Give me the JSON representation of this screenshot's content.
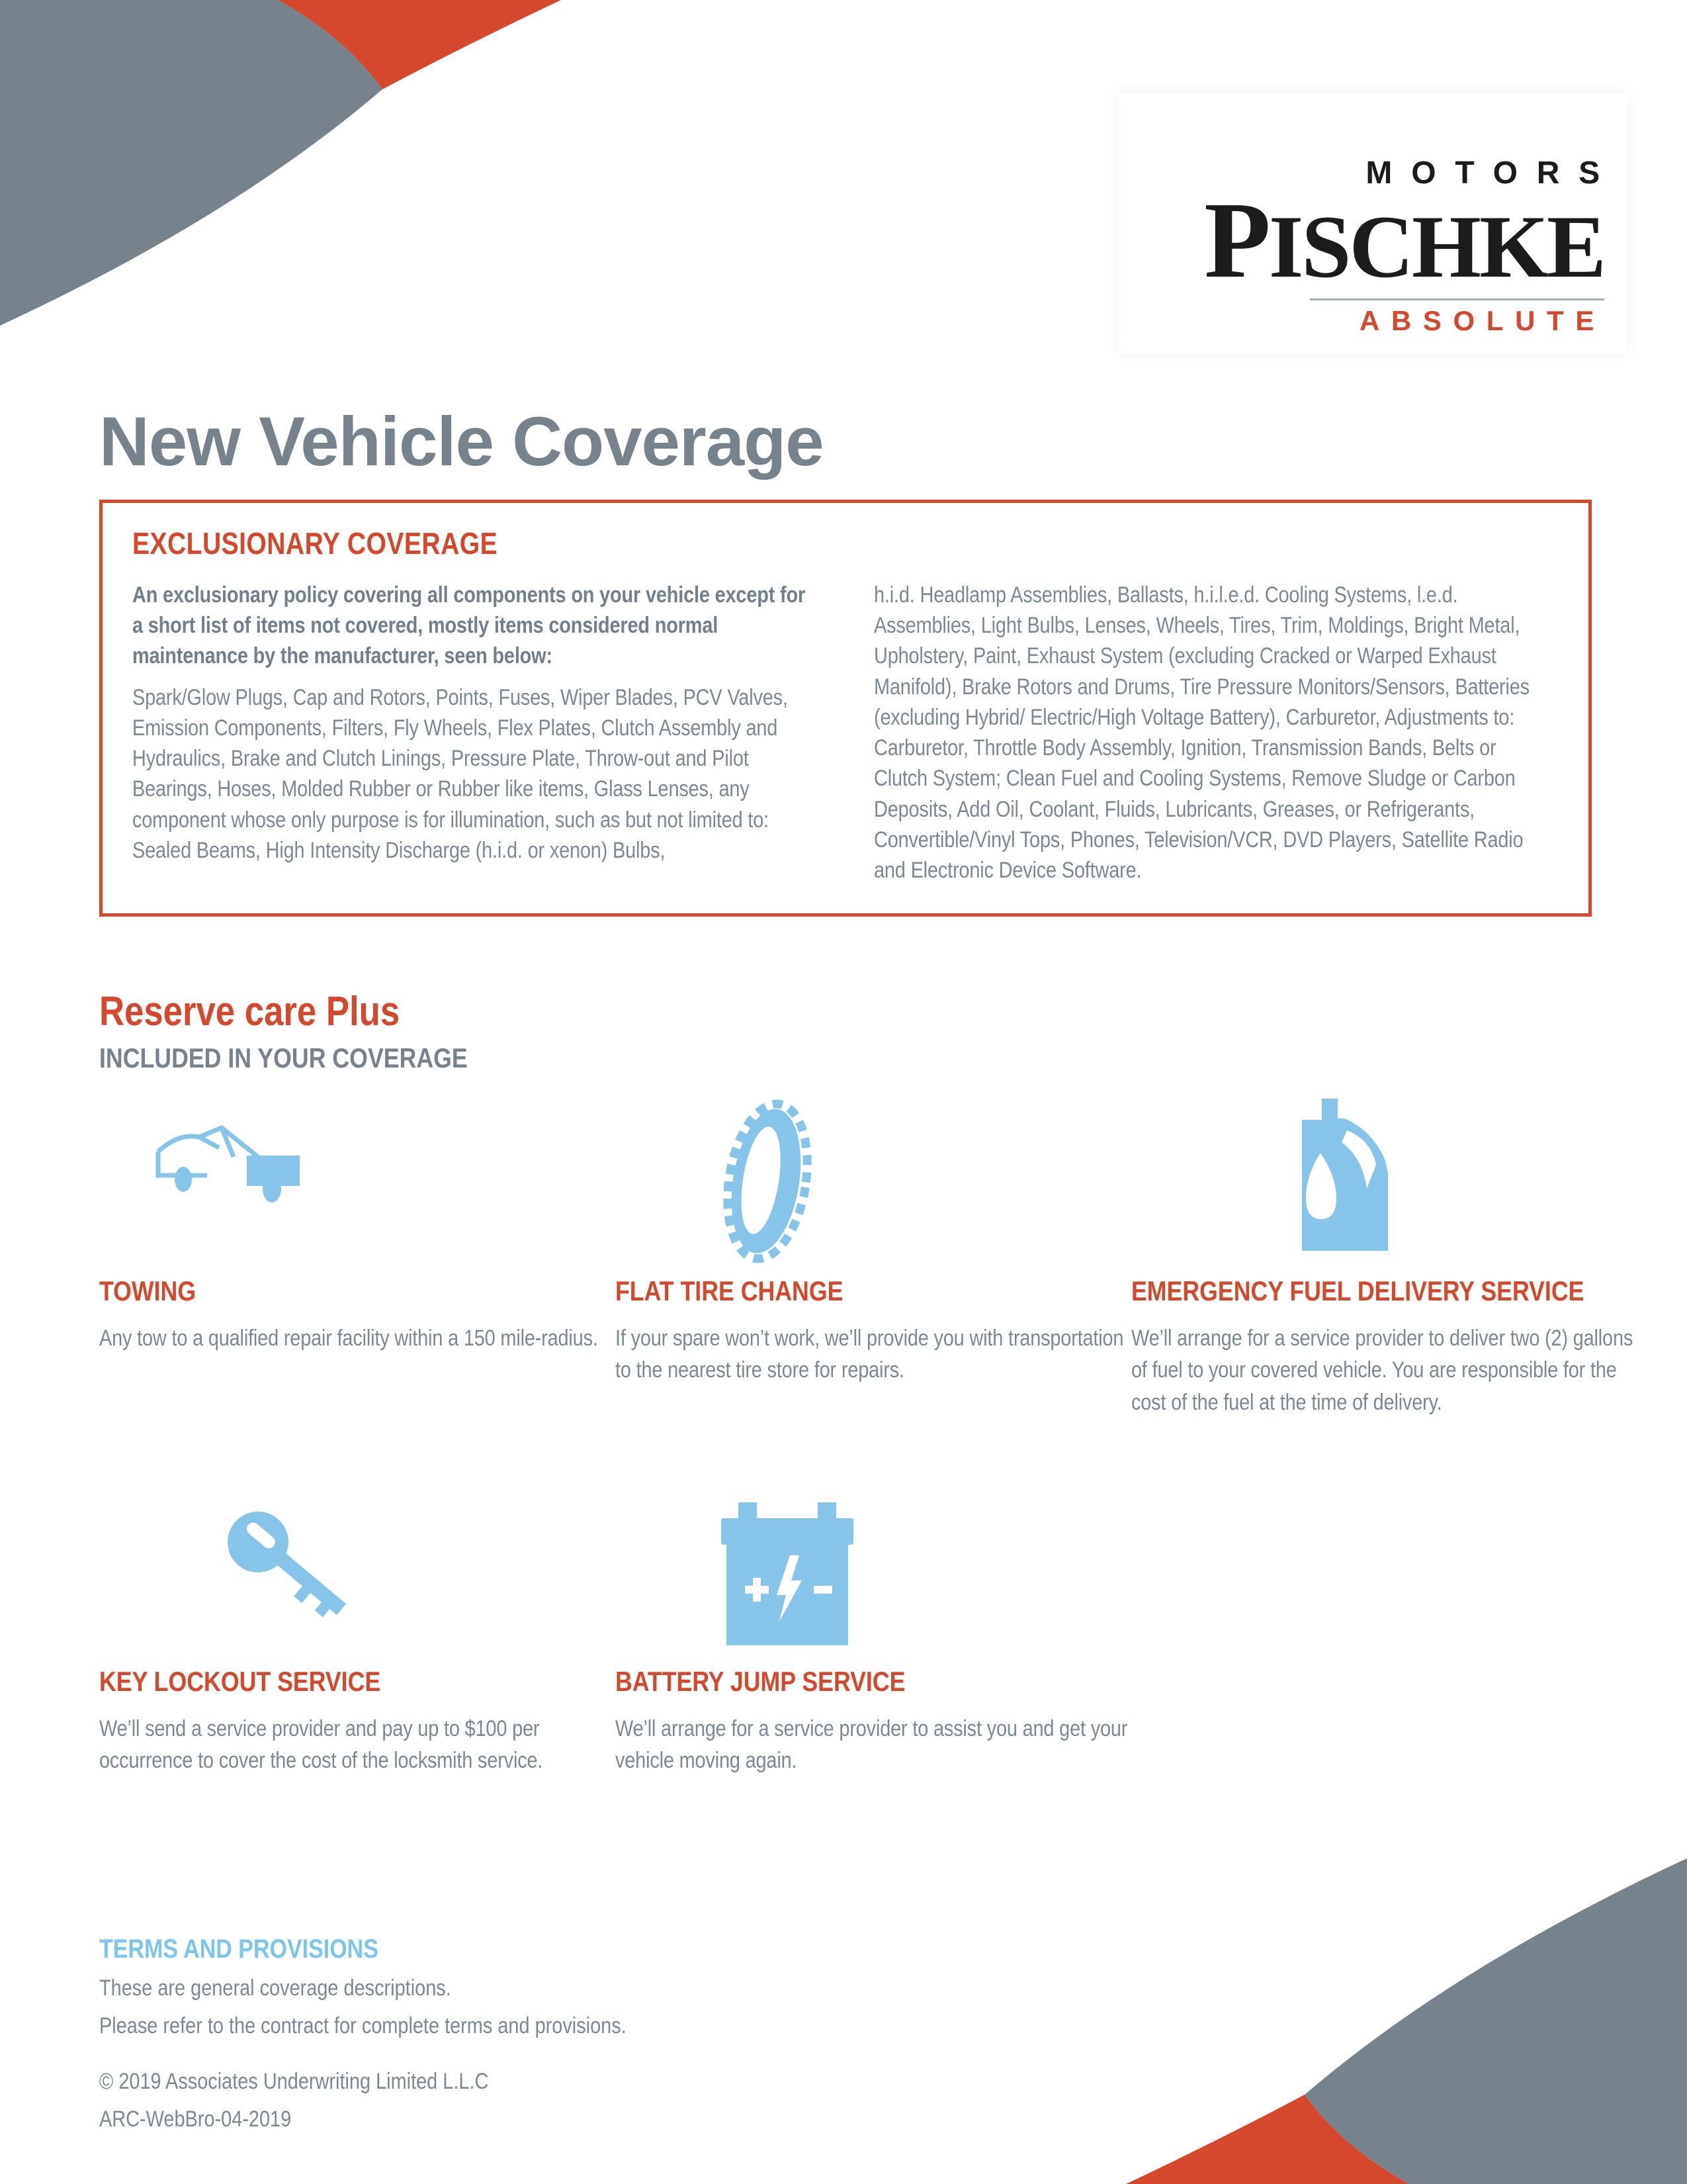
{
  "colors": {
    "accent_red": "#d5482d",
    "slate_gray": "#76828c",
    "body_gray": "#7b8995",
    "icon_blue": "#87c4e9",
    "terms_blue": "#7cc5ec",
    "logo_black": "#1c1c1c"
  },
  "logo": {
    "motors": "MOTORS",
    "name": "PISCHKE",
    "tagline": "ABSOLUTE"
  },
  "page_title": "New Vehicle Coverage",
  "exclusionary": {
    "heading": "EXCLUSIONARY COVERAGE",
    "intro": "An exclusionary policy covering all components on your vehicle except for a short list of items not covered, mostly items considered normal maintenance by the manufacturer, seen below:",
    "left_body": "Spark/Glow Plugs, Cap and Rotors, Points, Fuses, Wiper Blades, PCV Valves, Emission Components, Filters, Fly Wheels, Flex Plates, Clutch Assembly and Hydraulics, Brake and Clutch Linings, Pressure Plate, Throw-out and Pilot Bearings, Hoses, Molded Rubber or Rubber like items, Glass Lenses, any component whose only purpose is for illumination, such as but not limited to: Sealed Beams, High Intensity Discharge (h.i.d. or xenon) Bulbs,",
    "right_body": "h.i.d. Headlamp Assemblies, Ballasts, h.i.l.e.d. Cooling Systems, l.e.d. Assemblies, Light Bulbs, Lenses, Wheels, Tires, Trim, Moldings, Bright Metal, Upholstery, Paint, Exhaust System (excluding Cracked or Warped Exhaust Manifold), Brake Rotors and Drums, Tire Pressure Monitors/Sensors, Batteries (excluding Hybrid/ Electric/High Voltage Battery), Carburetor, Adjustments to: Carburetor, Throttle Body Assembly, Ignition, Transmission Bands, Belts or Clutch System; Clean Fuel and Cooling Systems, Remove Sludge or Carbon Deposits, Add Oil, Coolant, Fluids, Lubricants, Greases, or Refrigerants, Convertible/Vinyl Tops, Phones, Television/VCR, DVD Players, Satellite Radio and Electronic Device Software."
  },
  "reserve": {
    "heading": "Reserve care Plus",
    "subheading": "INCLUDED IN YOUR COVERAGE"
  },
  "services": [
    {
      "icon": "tow-truck-icon",
      "title": "TOWING",
      "description": "Any tow to a qualified repair facility within a 150 mile-radius."
    },
    {
      "icon": "tire-icon",
      "title": "FLAT TIRE CHANGE",
      "description": "If your spare won’t work, we’ll provide you with transportation to the nearest tire store for repairs."
    },
    {
      "icon": "fuel-jug-icon",
      "title": "EMERGENCY FUEL DELIVERY SERVICE",
      "description": "We’ll arrange for a service provider to deliver two (2) gallons of fuel to your covered vehicle. You are responsible for the cost of the fuel at the time of delivery."
    },
    {
      "icon": "key-icon",
      "title": "KEY LOCKOUT SERVICE",
      "description": "We’ll send a service provider and pay up to $100 per occurrence to cover the cost of the locksmith service."
    },
    {
      "icon": "battery-icon",
      "title": "BATTERY JUMP SERVICE",
      "description": "We’ll arrange for a service provider to assist you and get your vehicle moving again."
    }
  ],
  "footer": {
    "terms_heading": "TERMS AND PROVISIONS",
    "line1": "These are general coverage descriptions.",
    "line2": "Please refer to the contract for complete terms and provisions.",
    "copyright": "© 2019 Associates Underwriting Limited L.L.C",
    "code": "ARC-WebBro-04-2019"
  }
}
